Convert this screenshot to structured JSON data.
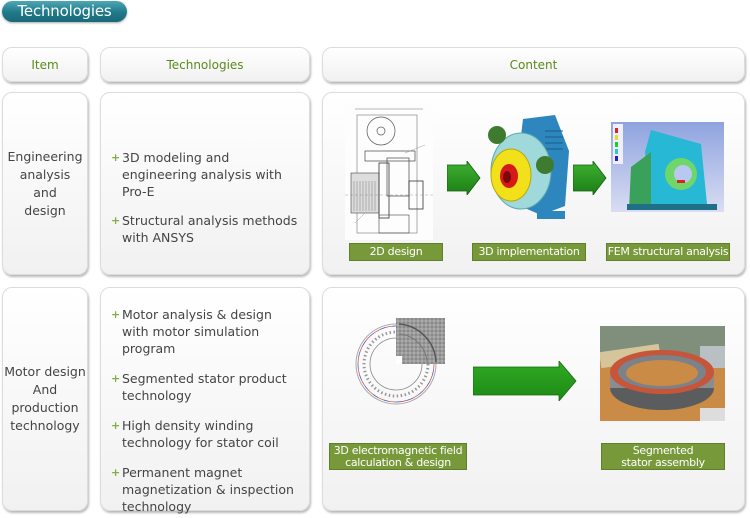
{
  "page": {
    "title": "Technologies"
  },
  "headers": {
    "item": "Item",
    "technologies": "Technologies",
    "content": "Content"
  },
  "rows": [
    {
      "item": "Engineering analysis and design",
      "item_lines": [
        "Engineering",
        "analysis",
        "and",
        "design"
      ],
      "technologies": [
        "3D modeling and engineering analysis with Pro-E",
        "Structural analysis methods with ANSYS"
      ],
      "content": [
        {
          "caption": "2D design",
          "image": "2d-technical-drawing"
        },
        {
          "caption": "3D implementation",
          "image": "3d-motor-model"
        },
        {
          "caption": "FEM structural analysis",
          "image": "fem-stress-plot"
        }
      ]
    },
    {
      "item": "Motor design And production technology",
      "item_lines": [
        "Motor design",
        "And",
        "production",
        "technology"
      ],
      "technologies": [
        "Motor analysis & design with motor simulation program",
        "Segmented stator product technology",
        "High density winding technology for stator coil",
        "Permanent magnet magnetization  & inspection technology"
      ],
      "content": [
        {
          "caption": "3D electromagnetic field calculation & design",
          "image": "electromagnetic-field-plot"
        },
        {
          "caption": "Segmented stator assembly",
          "image": "stator-photo"
        }
      ]
    }
  ],
  "bullet_glyph": "+",
  "colors": {
    "accent_green": "#77993a",
    "header_text": "#5b8a1c",
    "title_pill": "#1f7989",
    "arrow_green": "#2a9a1e"
  }
}
